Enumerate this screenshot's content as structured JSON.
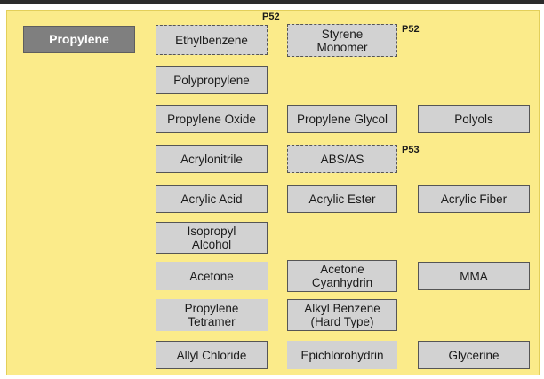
{
  "root": "Propylene",
  "col1": {
    "ethylbenzene": "Ethylbenzene",
    "polypropylene": "Polypropylene",
    "propylene_oxide": "Propylene Oxide",
    "acrylonitrile": "Acrylonitrile",
    "acrylic_acid": "Acrylic Acid",
    "isopropyl_alcohol": "Isopropyl\nAlcohol",
    "acetone": "Acetone",
    "propylene_tetramer": "Propylene\nTetramer",
    "allyl_chloride": "Allyl Chloride"
  },
  "col2": {
    "styrene_monomer": "Styrene\nMonomer",
    "propylene_glycol": "Propylene Glycol",
    "abs_as": "ABS/AS",
    "acrylic_ester": "Acrylic Ester",
    "acetone_cyanhydrin": "Acetone\nCyanhydrin",
    "alkyl_benzene": "Alkyl Benzene\n(Hard Type)",
    "epichlorohydrin": "Epichlorohydrin"
  },
  "col3": {
    "polyols": "Polyols",
    "acrylic_fiber": "Acrylic Fiber",
    "mma": "MMA",
    "glycerine": "Glycerine"
  },
  "page_refs": {
    "ethylbenzene": "P52",
    "styrene": "P52",
    "abs": "P53"
  }
}
